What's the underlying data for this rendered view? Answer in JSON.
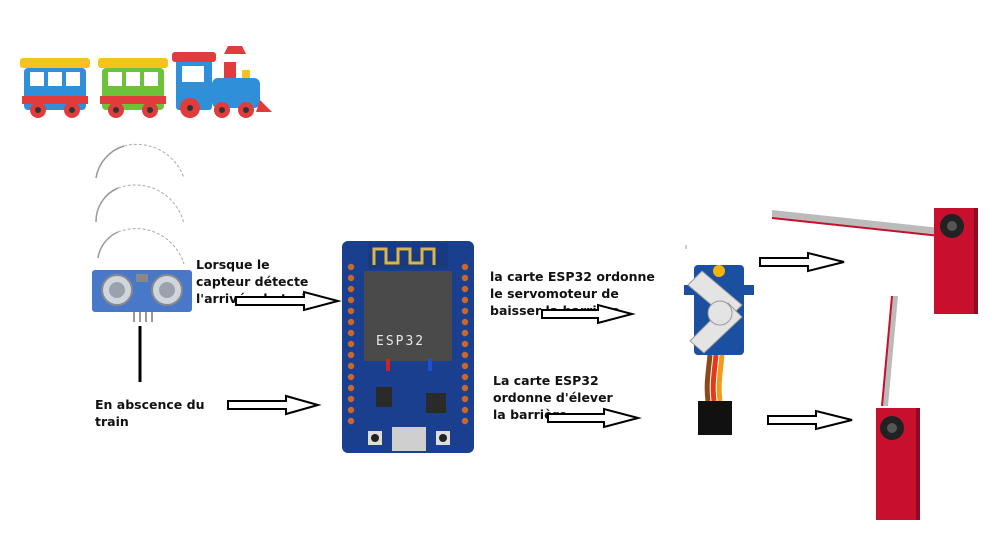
{
  "labels": {
    "sensor_detects": "Lorsque le capteur détecte l'arrivée du train",
    "no_train": "En abscence du train",
    "lower_barrier": "la carte ESP32  ordonne le servomoteur de baisser la barrière",
    "raise_barrier": "La carte ESP32 ordonne d'élever la barrière"
  },
  "board": {
    "chip_label": "ESP32"
  },
  "colors": {
    "board_blue": "#1a3f8f",
    "barrier_red": "#c8102e",
    "servo_blue": "#1b4fa0",
    "arrow": "#000000"
  },
  "icons": [
    "train-icon",
    "ultrasonic-sensor-icon",
    "esp32-board-icon",
    "servo-motor-icon",
    "barrier-gate-icon"
  ]
}
